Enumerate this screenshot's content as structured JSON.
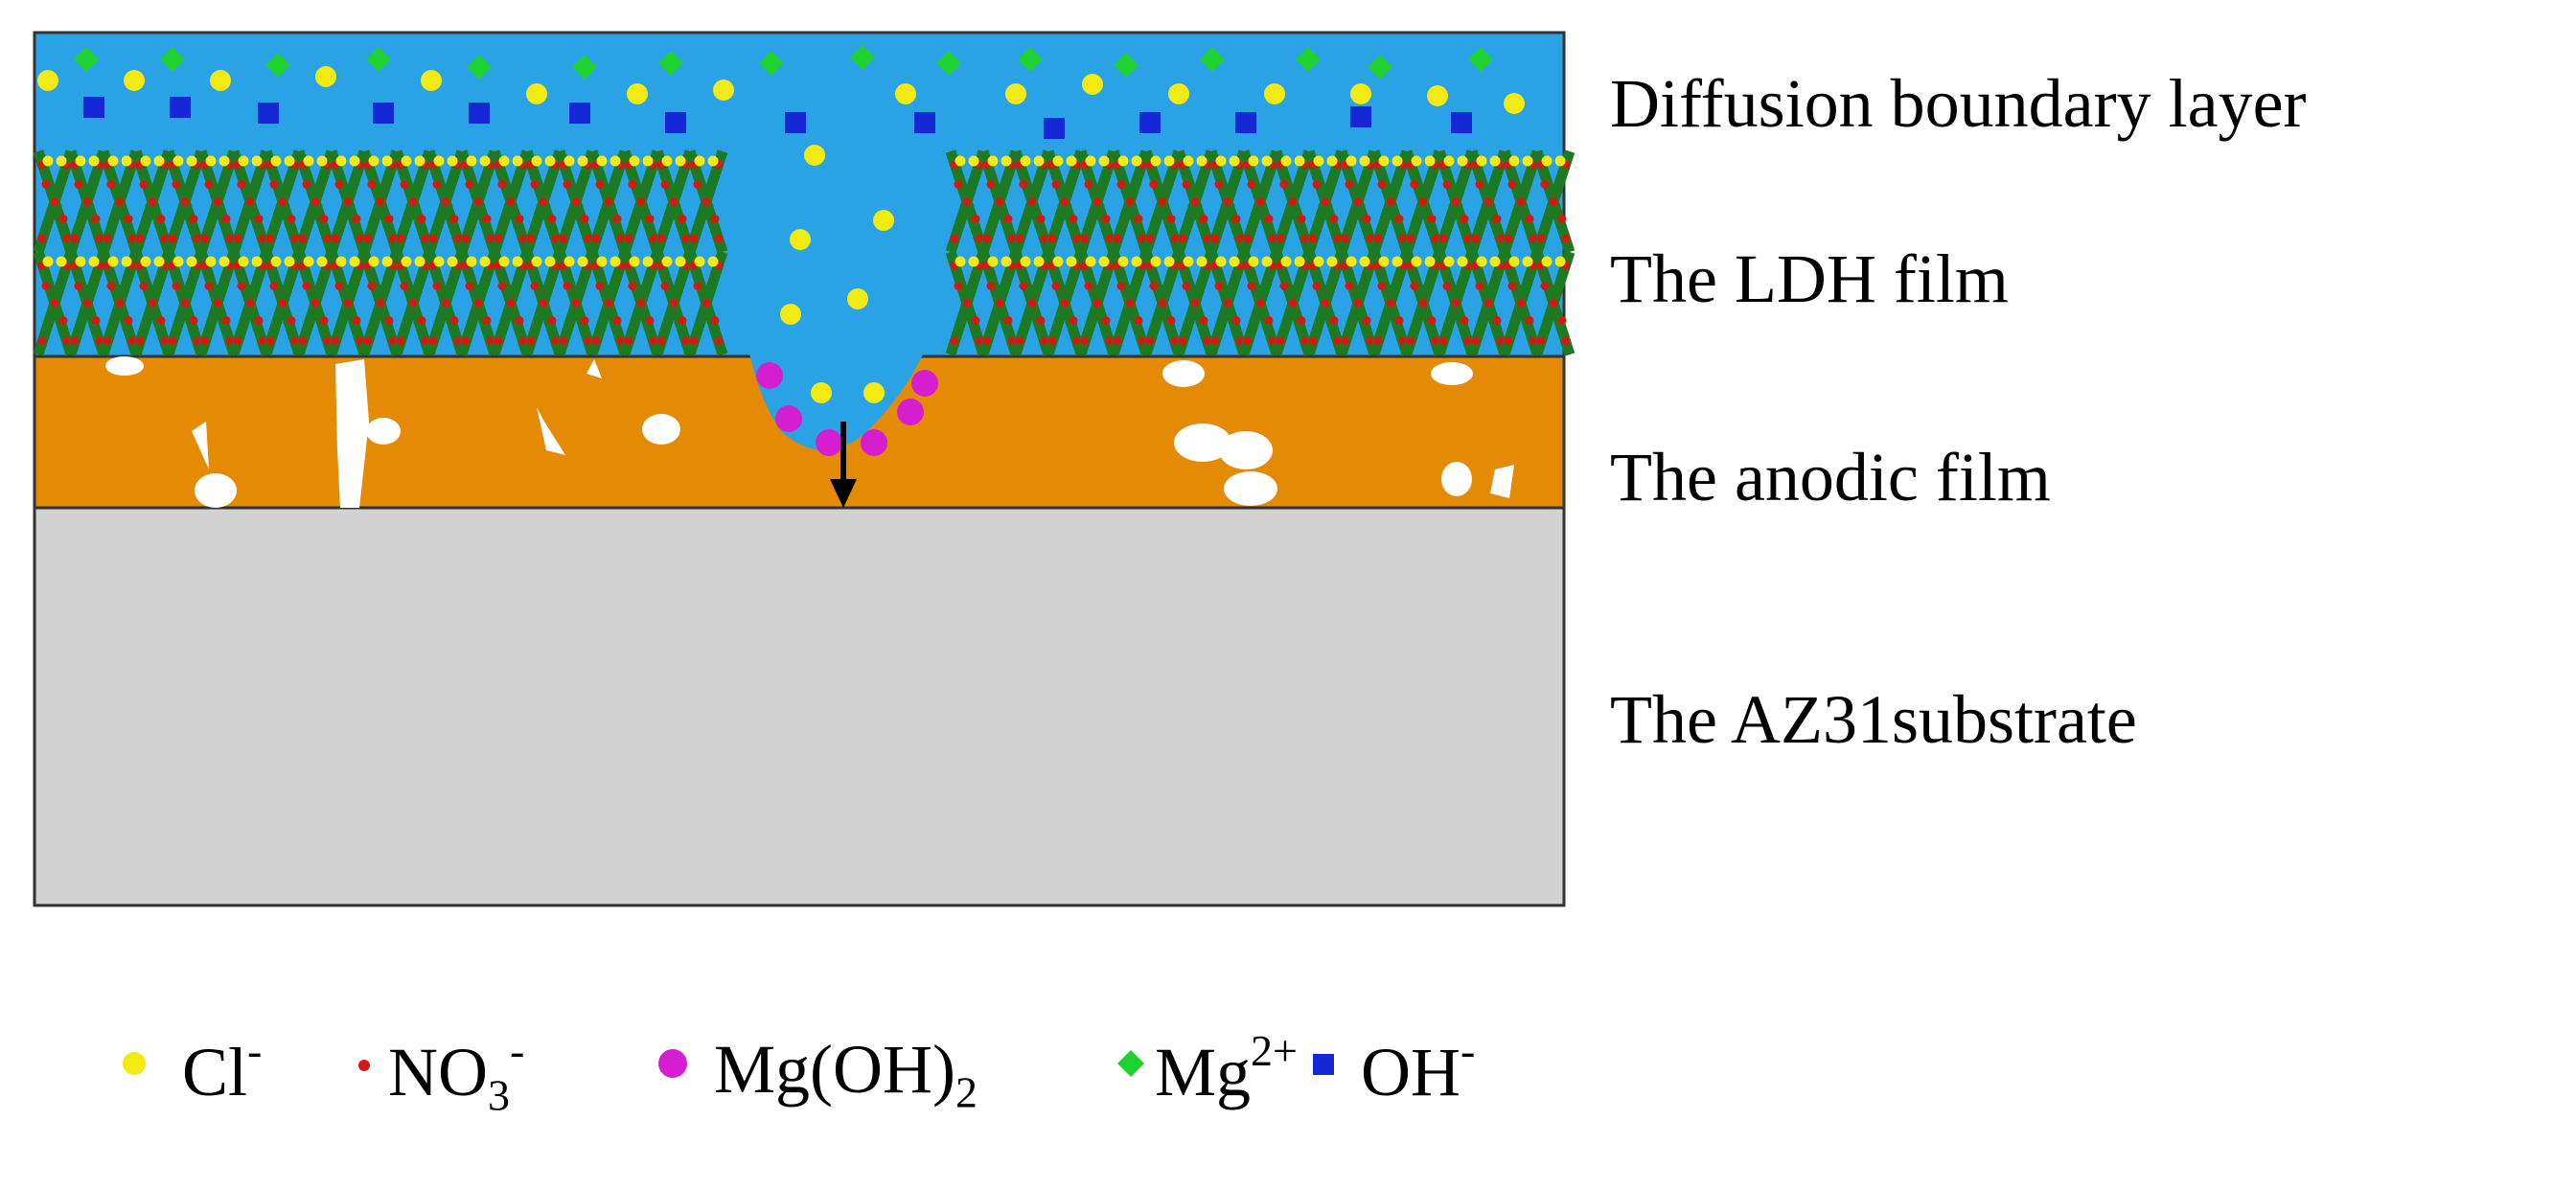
{
  "colors": {
    "solution": "#2aa3e6",
    "ldh_green": "#1d7a22",
    "ldh_red": "#c1271b",
    "anodic": "#e48a05",
    "substrate": "#d2d2d2",
    "chloride": "#f2ea10",
    "nitrate": "#d11b12",
    "mg_hydroxide": "#d41ed0",
    "mg_ion": "#1ed12e",
    "hydroxide": "#1628d6",
    "pore": "#ffffff",
    "arrow": "#000000"
  },
  "layers": [
    {
      "key": "diffusion",
      "label": "Diffusion boundary layer"
    },
    {
      "key": "ldh",
      "label": "The LDH film"
    },
    {
      "key": "anodic",
      "label": "The anodic film"
    },
    {
      "key": "substrate",
      "label": "The AZ31substrate"
    }
  ],
  "legend": [
    {
      "key": "chloride",
      "marker": "yellow-circle",
      "text": "Cl",
      "sup": "-",
      "sub": ""
    },
    {
      "key": "nitrate",
      "marker": "small-red-dot",
      "text": "NO",
      "sub": "3",
      "sup": "-"
    },
    {
      "key": "mg_hydroxide",
      "marker": "magenta-circle",
      "text": "Mg(OH)",
      "sub": "2",
      "sup": ""
    },
    {
      "key": "mg_ion",
      "marker": "green-diamond",
      "text": "Mg",
      "sup": "2+",
      "sub": ""
    },
    {
      "key": "hydroxide",
      "marker": "blue-square",
      "text": "OH",
      "sup": "-",
      "sub": ""
    }
  ]
}
